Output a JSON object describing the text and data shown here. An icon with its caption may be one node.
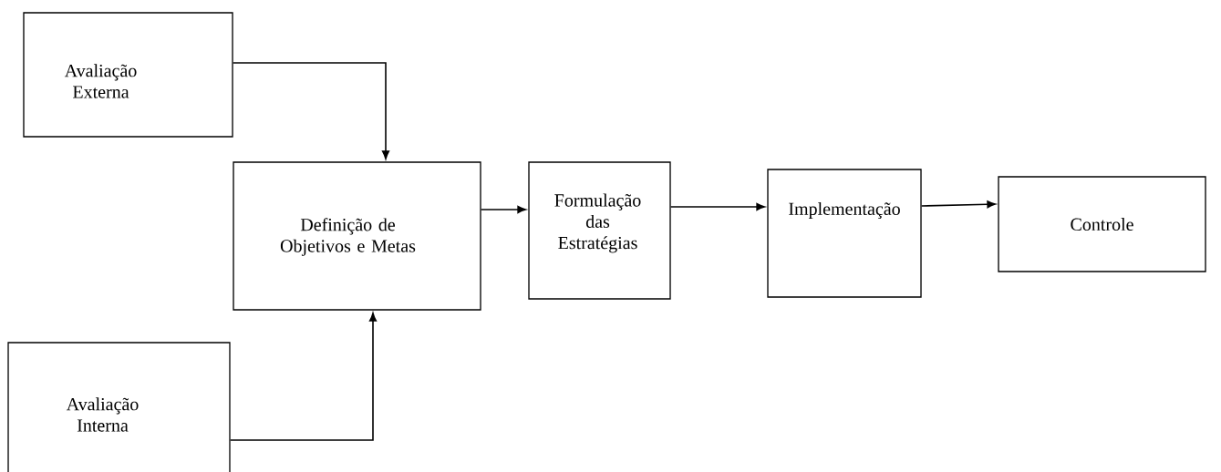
{
  "diagram": {
    "nodes": [
      {
        "text": [
          "Avaliação Externa"
        ]
      },
      {
        "text": [
          "Avaliação Interna"
        ]
      },
      {
        "text": [
          "Definição de Objetivos e Metas"
        ]
      },
      {
        "text": [
          "Formulação das Estratégias"
        ]
      },
      {
        "text": [
          "Implementação"
        ]
      },
      {
        "text": [
          "Controle"
        ]
      }
    ],
    "edges": [
      {
        "from": 0,
        "to": 2,
        "arrow": "to"
      },
      {
        "from": 1,
        "to": 2,
        "arrow": "to"
      },
      {
        "from": 2,
        "to": 3,
        "arrow": "to"
      },
      {
        "from": 3,
        "to": 4,
        "arrow": "to"
      },
      {
        "from": 4,
        "to": 5,
        "arrow": "to"
      }
    ]
  }
}
